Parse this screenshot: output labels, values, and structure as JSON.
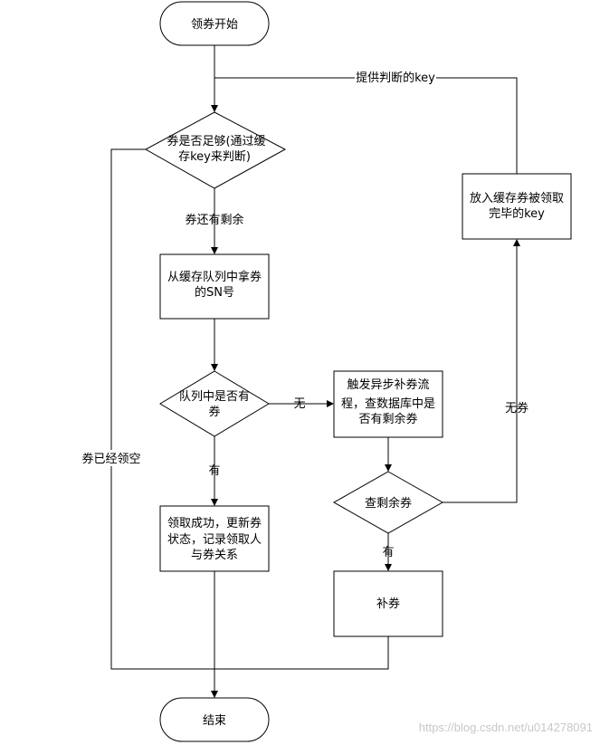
{
  "nodes": {
    "start": {
      "label": "领券开始"
    },
    "check_enough": {
      "line1": "券是否足够(通过缓",
      "line2": "存key来判断)"
    },
    "take_sn": {
      "line1": "从缓存队列中拿券",
      "line2": "的SN号"
    },
    "queue_empty": {
      "line1": "队列中是否有",
      "line2": "券"
    },
    "trigger_async": {
      "line1": "触发异步补券流",
      "line2": "程，查数据库中是",
      "line3": "否有剩余券"
    },
    "check_remaining": {
      "label": "查剩余券"
    },
    "success": {
      "line1": "领取成功，更新券",
      "line2": "状态，记录领取人",
      "line3": "与券关系"
    },
    "replenish": {
      "label": "补券"
    },
    "put_key": {
      "line1": "放入缓存券被领取",
      "line2": "完毕的key"
    },
    "end": {
      "label": "结束"
    }
  },
  "edges": {
    "provide_key": "提供判断的key",
    "has_remaining": "券还有剩余",
    "none": "无",
    "has": "有",
    "none_coupon": "无券",
    "has2": "有",
    "empty": "券已经领空"
  },
  "watermark": "https://blog.csdn.net/u014278091"
}
